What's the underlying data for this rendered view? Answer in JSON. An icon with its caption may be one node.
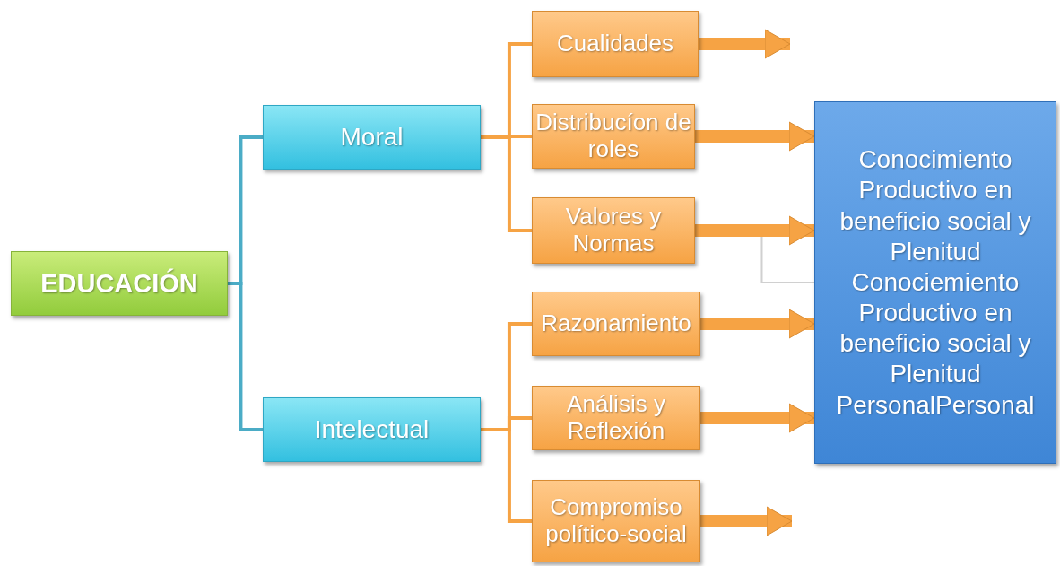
{
  "diagram": {
    "nodes": [
      {
        "text": [
          "EDUCACIÓN"
        ]
      },
      {
        "text": [
          "Moral"
        ]
      },
      {
        "text": [
          "Intelectual"
        ]
      },
      {
        "text": [
          "Cualidades"
        ]
      },
      {
        "text": [
          "Distribucíon de roles"
        ]
      },
      {
        "text": [
          "Valores y Normas"
        ]
      },
      {
        "text": [
          "Razonamiento"
        ]
      },
      {
        "text": [
          "Análisis y Reflexión"
        ]
      },
      {
        "text": [
          "Compromiso político-social"
        ]
      },
      {
        "text": [
          "Conocimiento Productivo en beneficio social y Plenitud Conociemiento Productivo en beneficio social y Plenitud PersonalPersonal"
        ]
      }
    ],
    "edges": [
      {
        "from": 0,
        "to": 1,
        "arrow": "none",
        "color": "#4bacc6"
      },
      {
        "from": 0,
        "to": 2,
        "arrow": "none",
        "color": "#4bacc6"
      },
      {
        "from": 1,
        "to": 3,
        "arrow": "none"
      },
      {
        "from": 1,
        "to": 4,
        "arrow": "none"
      },
      {
        "from": 1,
        "to": 5,
        "arrow": "none"
      },
      {
        "from": 2,
        "to": 6,
        "arrow": "none"
      },
      {
        "from": 2,
        "to": 7,
        "arrow": "none"
      },
      {
        "from": 2,
        "to": 8,
        "arrow": "none"
      },
      {
        "from": 3,
        "to": null,
        "arrow": "to",
        "style": "thick"
      },
      {
        "from": 4,
        "to": 9,
        "arrow": "to",
        "style": "thick"
      },
      {
        "from": 5,
        "to": 9,
        "arrow": "to",
        "style": "thick"
      },
      {
        "from": 6,
        "to": 9,
        "arrow": "to",
        "style": "thick"
      },
      {
        "from": 7,
        "to": 9,
        "arrow": "to",
        "style": "thick"
      },
      {
        "from": 8,
        "to": null,
        "arrow": "to",
        "style": "thick"
      },
      {
        "from": 5,
        "to": 9,
        "arrow": "none",
        "color": "#d0d0d0"
      }
    ]
  }
}
